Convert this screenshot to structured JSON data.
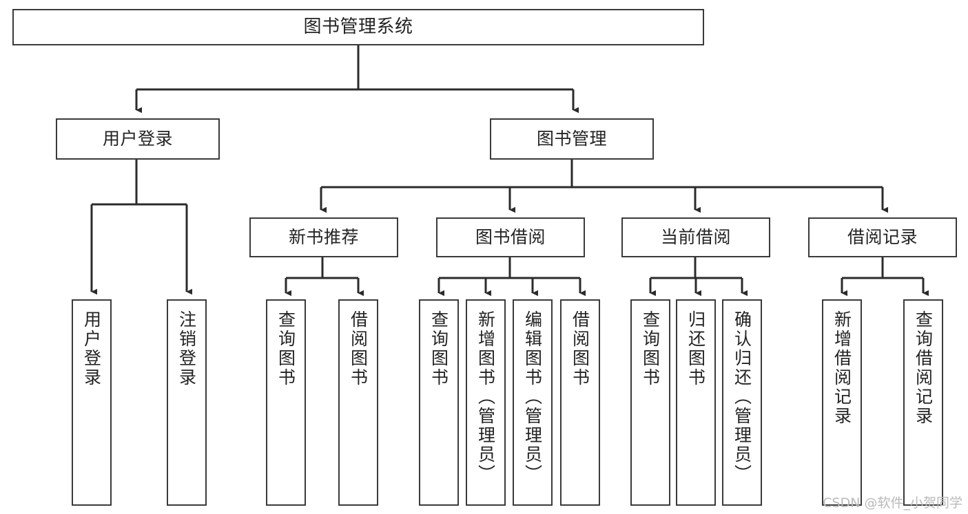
{
  "diagram": {
    "title": "图书管理系统",
    "type": "tree",
    "background_color": "#ffffff",
    "node_border_color": "#3a3a3a",
    "node_fill_color": "#ffffff",
    "edge_color": "#2b2b2b",
    "text_color": "#232323"
  },
  "watermark": {
    "text": "CSDN @软件_小贺同学",
    "color": "#b9b9b9"
  },
  "nodes": {
    "root": {
      "label": "图书管理系统"
    },
    "level2": [
      {
        "id": "user-login",
        "label": "用户登录"
      },
      {
        "id": "book-manage",
        "label": "图书管理"
      }
    ],
    "level3": [
      {
        "id": "new-book-recommend",
        "label": "新书推荐"
      },
      {
        "id": "book-borrow",
        "label": "图书借阅"
      },
      {
        "id": "current-borrow",
        "label": "当前借阅"
      },
      {
        "id": "borrow-record",
        "label": "借阅记录"
      }
    ],
    "leaves": [
      {
        "id": "leaf-user-login",
        "label": "用户登录",
        "parent": "user-login"
      },
      {
        "id": "leaf-logout",
        "label": "注销登录",
        "parent": "user-login"
      },
      {
        "id": "leaf-query-book-1",
        "label": "查询图书",
        "parent": "new-book-recommend"
      },
      {
        "id": "leaf-borrow-book-1",
        "label": "借阅图书",
        "parent": "new-book-recommend"
      },
      {
        "id": "leaf-query-book-2",
        "label": "查询图书",
        "parent": "book-borrow"
      },
      {
        "id": "leaf-add-book",
        "label": "新增图书（管理员）",
        "parent": "book-borrow"
      },
      {
        "id": "leaf-edit-book",
        "label": "编辑图书（管理员）",
        "parent": "book-borrow"
      },
      {
        "id": "leaf-borrow-book-2",
        "label": "借阅图书",
        "parent": "book-borrow"
      },
      {
        "id": "leaf-query-book-3",
        "label": "查询图书",
        "parent": "current-borrow"
      },
      {
        "id": "leaf-return-book",
        "label": "归还图书",
        "parent": "current-borrow"
      },
      {
        "id": "leaf-confirm-return",
        "label": "确认归还（管理员）",
        "parent": "current-borrow"
      },
      {
        "id": "leaf-add-record",
        "label": "新增借阅记录",
        "parent": "borrow-record"
      },
      {
        "id": "leaf-query-record",
        "label": "查询借阅记录",
        "parent": "borrow-record"
      }
    ]
  }
}
